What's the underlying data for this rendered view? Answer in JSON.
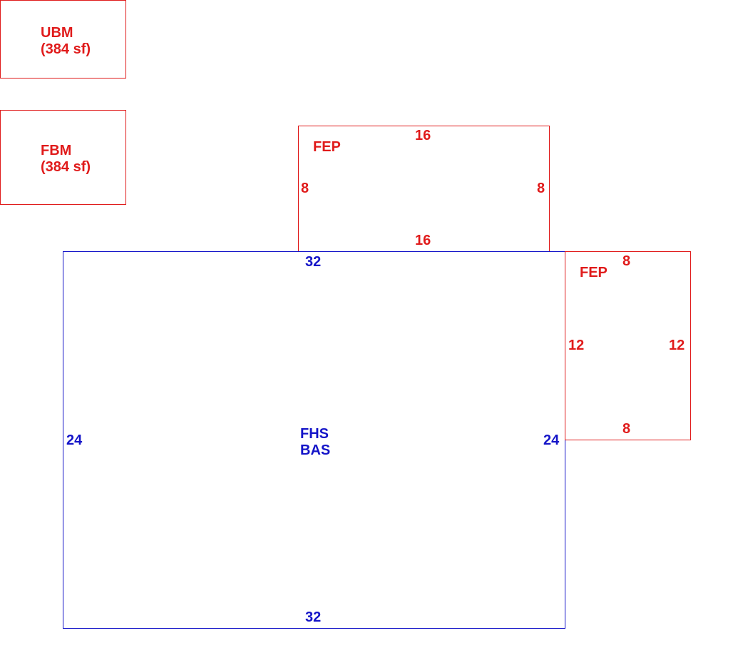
{
  "colors": {
    "red": "#e01b1b",
    "blue": "#1414c8"
  },
  "legend": {
    "ubm": {
      "code": "UBM",
      "area": "(384 sf)"
    },
    "fbm": {
      "code": "FBM",
      "area": "(384 sf)"
    }
  },
  "main_area": {
    "code_1": "FHS",
    "code_2": "BAS",
    "top": "32",
    "bottom": "32",
    "left": "24",
    "right": "24"
  },
  "porch_top": {
    "code": "FEP",
    "top": "16",
    "bottom": "16",
    "left": "8",
    "right": "8"
  },
  "porch_right": {
    "code": "FEP",
    "top": "8",
    "bottom": "8",
    "left": "12",
    "right": "12"
  }
}
